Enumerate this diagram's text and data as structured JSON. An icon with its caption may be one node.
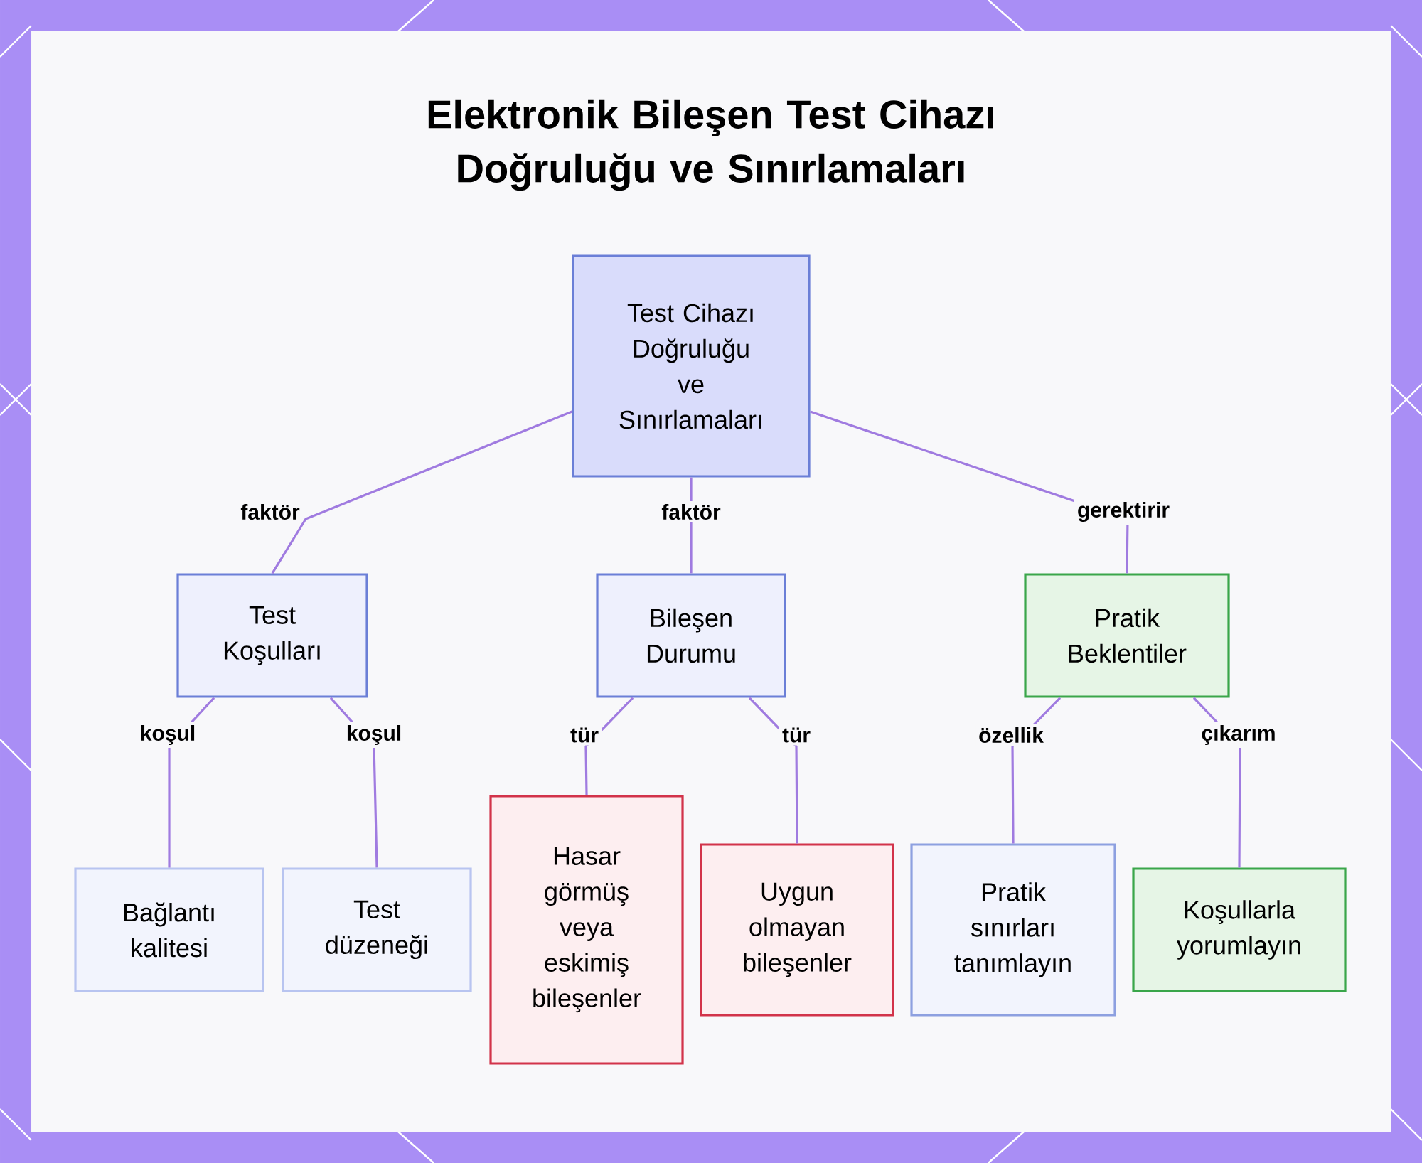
{
  "diagram": {
    "title": "Elektronik Bileşen Test Cihazı Doğruluğu ve Sınırlamaları",
    "nodes": [
      {
        "text": [
          "Test Cihazı Doğruluğu ve Sınırlamaları"
        ]
      },
      {
        "text": [
          "Test Koşulları"
        ]
      },
      {
        "text": [
          "Bileşen Durumu"
        ]
      },
      {
        "text": [
          "Pratik Beklentiler"
        ]
      },
      {
        "text": [
          "Bağlantı kalitesi"
        ]
      },
      {
        "text": [
          "Test düzeneği"
        ]
      },
      {
        "text": [
          "Hasar görmüş veya eskimiş bileşenler"
        ]
      },
      {
        "text": [
          "Uygun olmayan bileşenler"
        ]
      },
      {
        "text": [
          "Pratik sınırları tanımlayın"
        ]
      },
      {
        "text": [
          "Koşullarla yorumlayın"
        ]
      }
    ],
    "edges": [
      {
        "from": 0,
        "to": 1,
        "arrow": "none",
        "label": "faktör"
      },
      {
        "from": 0,
        "to": 2,
        "arrow": "none",
        "label": "faktör"
      },
      {
        "from": 0,
        "to": 3,
        "arrow": "none",
        "label": "gerektirir"
      },
      {
        "from": 1,
        "to": 4,
        "arrow": "none",
        "label": "koşul"
      },
      {
        "from": 1,
        "to": 5,
        "arrow": "none",
        "label": "koşul"
      },
      {
        "from": 2,
        "to": 6,
        "arrow": "none",
        "label": "tür"
      },
      {
        "from": 2,
        "to": 7,
        "arrow": "none",
        "label": "tür"
      },
      {
        "from": 3,
        "to": 8,
        "arrow": "none",
        "label": "özellik"
      },
      {
        "from": 3,
        "to": 9,
        "arrow": "none",
        "label": "çıkarım"
      }
    ]
  }
}
